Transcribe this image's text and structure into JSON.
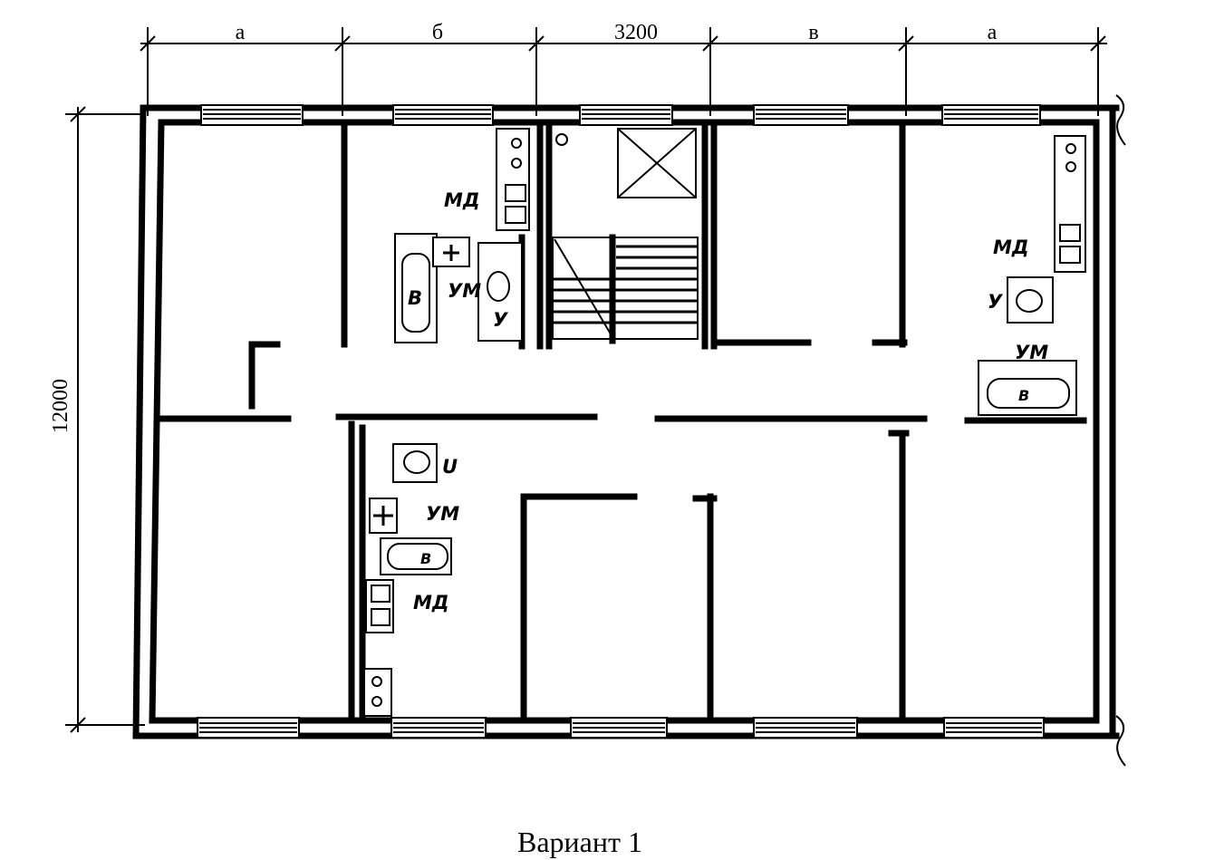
{
  "caption": "Вариант 1",
  "dimensions": {
    "top": [
      "а",
      "б",
      "3200",
      "в",
      "а"
    ],
    "left": "12000"
  },
  "fixture_labels": {
    "md_top": "МД",
    "um_top": "УМ",
    "v_top": "В",
    "u_top": "У",
    "md_right": "МД",
    "u_right": "У",
    "um_right": "УМ",
    "v_right": "В",
    "u_bottom": "U",
    "um_bottom": "УМ",
    "v_bottom": "В",
    "md_bottom": "МД"
  }
}
